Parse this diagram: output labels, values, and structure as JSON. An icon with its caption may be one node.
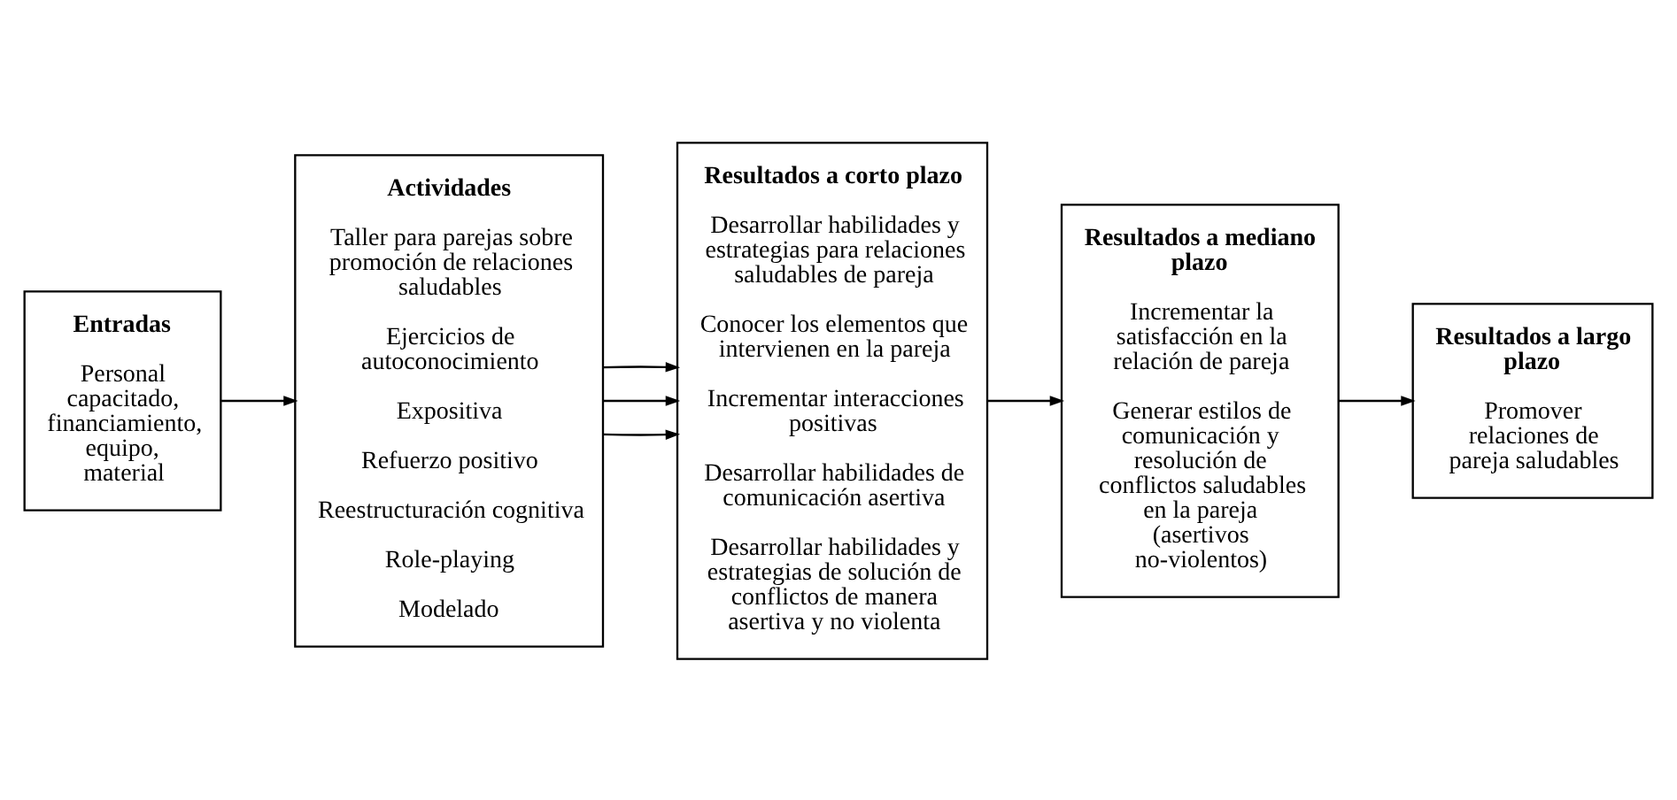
{
  "diagram": {
    "nodes": [
      {
        "text": [
          "Entradas",
          "Personal capacitado, financiamiento, equipo, material"
        ]
      },
      {
        "text": [
          "Actividades",
          "Taller para parejas sobre promoción de relaciones saludables",
          "Ejercicios de autoconocimiento",
          "Expositiva",
          "Refuerzo positivo",
          "Reestructuración cognitiva",
          "Role-playing",
          "Modelado"
        ]
      },
      {
        "text": [
          "Resultados a corto plazo",
          "Desarrollar habilidades y estrategias para relaciones saludables de pareja",
          "Conocer los elementos que intervienen en la pareja",
          "Incrementar interacciones positivas",
          "Desarrollar habilidades de comunicación asertiva",
          "Desarrollar habilidades y estrategias de solución de conflictos de manera asertiva y no violenta"
        ]
      },
      {
        "text": [
          "Resultados a mediano plazo",
          "Incrementar la satisfacción en la relación de pareja",
          "Generar estilos de comunicación y resolución de conflictos saludables en la pareja (asertivos no-violentos)"
        ]
      },
      {
        "text": [
          "Resultados a largo plazo",
          "Promover relaciones de pareja saludables"
        ]
      }
    ],
    "edges": [
      {
        "from": 0,
        "to": 1,
        "arrow": "to"
      },
      {
        "from": 1,
        "to": 2,
        "arrow": "to"
      },
      {
        "from": 1,
        "to": 2,
        "arrow": "to"
      },
      {
        "from": 1,
        "to": 2,
        "arrow": "to"
      },
      {
        "from": 2,
        "to": 3,
        "arrow": "to"
      },
      {
        "from": 3,
        "to": 4,
        "arrow": "to"
      }
    ]
  }
}
